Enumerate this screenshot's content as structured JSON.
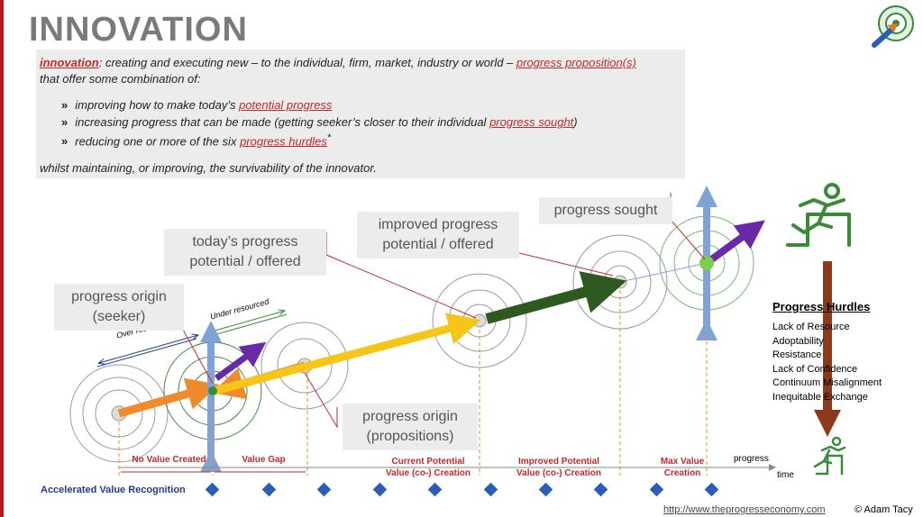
{
  "title": "INNOVATION",
  "definition": {
    "term": "innovation",
    "text1": ": creating and executing new – to the individual, firm, market, industry or world – ",
    "link1": "progress proposition(s)",
    "text2": "that offer some combination of:",
    "bullets": [
      {
        "text": "improving how to make today’s ",
        "link": "potential progress",
        "suffix": ""
      },
      {
        "text": "increasing progress that can be made (getting seeker’s closer to their individual ",
        "link": "progress sought",
        "suffix": ")"
      },
      {
        "text": "reducing one or more of the six ",
        "link": "progress hurdles",
        "suffix": "*"
      }
    ],
    "closing": "whilst maintaining, or improving, the survivability of the innovator."
  },
  "labels": {
    "origin_seeker": [
      "progress origin",
      "(seeker)"
    ],
    "todays_progress": [
      "today’s progress",
      "potential / offered"
    ],
    "improved_progress": [
      "improved progress",
      "potential / offered"
    ],
    "progress_sought": "progress sought",
    "origin_propositions": [
      "progress origin",
      "(propositions)"
    ],
    "over_resourced": "Over resourced",
    "under_resourced": "Under resourced"
  },
  "stages": [
    [
      "No Value Created"
    ],
    [
      "Value Gap"
    ],
    [
      "Current Potential",
      "Value (co-) Creation"
    ],
    [
      "Improved  Potential",
      "Value (co-) Creation"
    ],
    [
      "Max  Value",
      "Creation"
    ]
  ],
  "axis": {
    "progress": "progress",
    "time": "time"
  },
  "accelerated_value": "Accelerated Value Recognition",
  "hurdles": {
    "title": "Progress Hurdles",
    "items": [
      "Lack of Resource",
      "Adoptability",
      "Resistance",
      "Lack of Confidence",
      "Continuum Misalignment",
      "Inequitable Exchange"
    ]
  },
  "footer": {
    "url": "http://www.theprogresseconomy.com",
    "copyright": "© Adam Tacy"
  },
  "colors": {
    "accent_red": "#c62828",
    "orange": "#ef8a2d",
    "yellow": "#f5c518",
    "dark_green": "#2f5a1f",
    "purple": "#6a2aa8",
    "blue": "#7fa3d6",
    "brown": "#8b3a1a",
    "hurdle_green": "#3a8a3a"
  }
}
